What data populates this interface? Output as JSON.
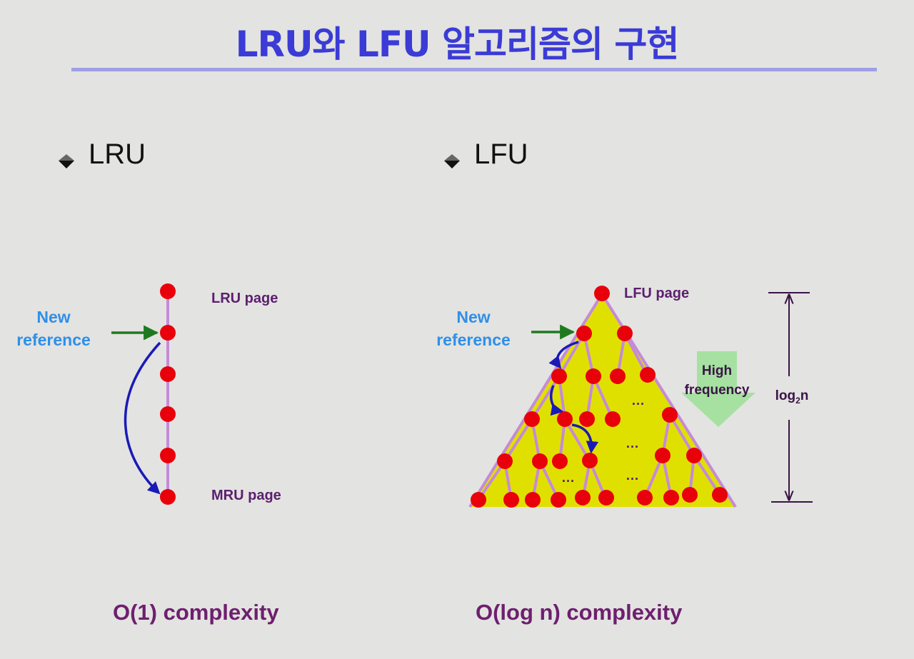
{
  "title": "LRU와 LFU 알고리즘의 구현",
  "lru": {
    "heading": "LRU",
    "new_reference_line1": "New",
    "new_reference_line2": "reference",
    "top_label": "LRU page",
    "bottom_label": "MRU page",
    "complexity": "O(1) complexity"
  },
  "lfu": {
    "heading": "LFU",
    "new_reference_line1": "New",
    "new_reference_line2": "reference",
    "top_label": "LFU page",
    "high_frequency_line1": "High",
    "high_frequency_line2": "frequency",
    "height_label_base": "log",
    "height_label_sub": "2",
    "height_label_tail": "n",
    "ellipsis": "…",
    "complexity": "O(log n) complexity"
  },
  "colors": {
    "title": "#3b3bd6",
    "node": "#e8000a",
    "edge": "#c58ad8",
    "triangle": "#e0e000",
    "arrow_green": "#1f7a1f",
    "arrow_blue": "#1a1ab8",
    "freq_arrow": "#9ee09a"
  }
}
